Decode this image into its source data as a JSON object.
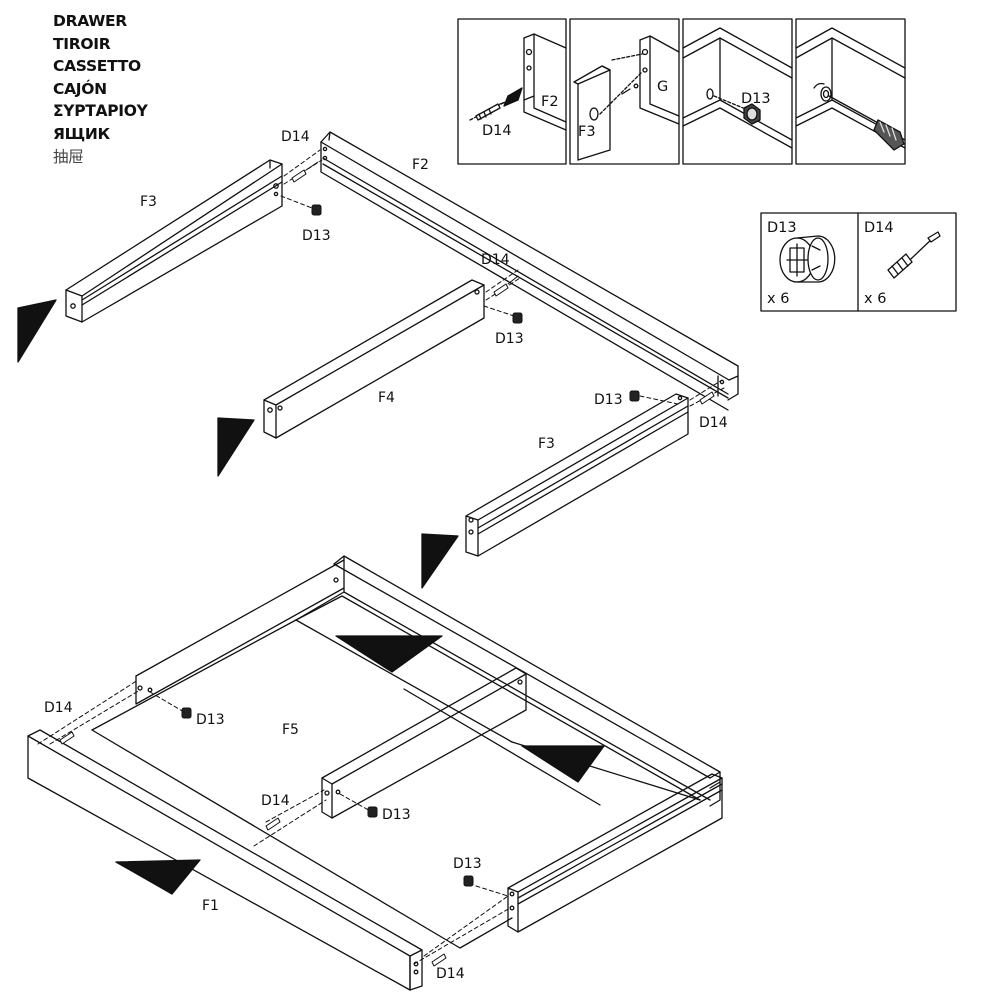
{
  "title_lines": [
    "DRAWER",
    "TIROIR",
    "CASSETTO",
    "CAJÓN",
    "ΣΥΡΤΑΡΙΟΥ",
    "ЯЩИК",
    "抽屉"
  ],
  "detail_labels": {
    "f2": "F2",
    "d14": "D14",
    "f3": "F3",
    "g": "G",
    "d13": "D13"
  },
  "hardware": {
    "d13": {
      "code": "D13",
      "qty": "x 6"
    },
    "d14": {
      "code": "D14",
      "qty": "x 6"
    }
  },
  "parts": {
    "f1": "F1",
    "f2": "F2",
    "f3": "F3",
    "f4": "F4",
    "f5": "F5"
  },
  "fasteners": {
    "d13": "D13",
    "d14": "D14",
    "d14_partial": "D14"
  }
}
